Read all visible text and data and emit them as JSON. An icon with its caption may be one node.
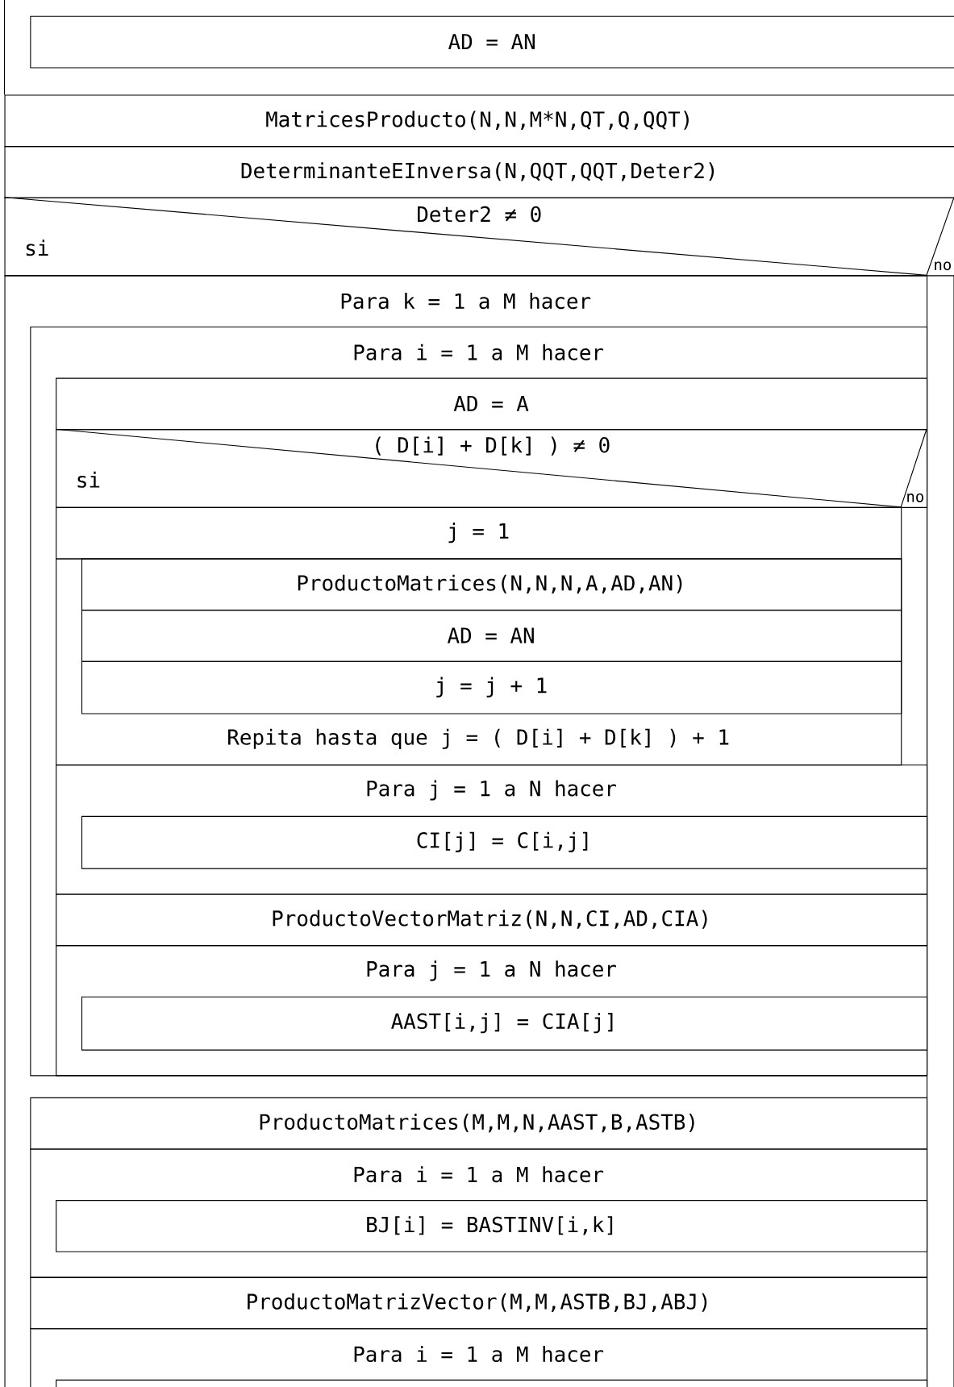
{
  "diagram": {
    "nodes": [
      {
        "text": [
          "AD = AN"
        ]
      },
      {
        "text": [
          "MatricesProducto(N,N,M*N,QT,Q,QQT)"
        ]
      },
      {
        "text": [
          "DeterminanteEInversa(N,QQT,QQT,Deter2)"
        ]
      },
      {
        "text": [
          "Deter2 ≠ 0",
          "si",
          "no"
        ]
      },
      {
        "text": [
          "Para k = 1 a M hacer"
        ]
      },
      {
        "text": [
          "Para i = 1 a M hacer"
        ],
        "in": 4
      },
      {
        "text": [
          "AD = A"
        ],
        "in": 5
      },
      {
        "text": [
          "( D[i] + D[k] ) ≠ 0",
          "si",
          "no"
        ],
        "in": 5
      },
      {
        "text": [
          "j = 1"
        ],
        "in": 5
      },
      {
        "text": [
          "Repita hasta que j = ( D[i] + D[k] ) + 1"
        ],
        "in": 5
      },
      {
        "text": [
          "ProductoMatrices(N,N,N,A,AD,AN)"
        ],
        "in": 9
      },
      {
        "text": [
          "AD = AN"
        ],
        "in": 9
      },
      {
        "text": [
          "j = j + 1"
        ],
        "in": 9
      },
      {
        "text": [
          "Para j = 1 a N hacer"
        ],
        "in": 5
      },
      {
        "text": [
          "CI[j] = C[i,j]"
        ],
        "in": 13
      },
      {
        "text": [
          "ProductoVectorMatriz(N,N,CI,AD,CIA)"
        ],
        "in": 5
      },
      {
        "text": [
          "Para j = 1 a N hacer"
        ],
        "in": 5
      },
      {
        "text": [
          "AAST[i,j] = CIA[j]"
        ],
        "in": 16
      },
      {
        "text": [
          "ProductoMatrices(M,M,N,AAST,B,ASTB)"
        ],
        "in": 4
      },
      {
        "text": [
          "Para i = 1 a M hacer"
        ],
        "in": 4
      },
      {
        "text": [
          "BJ[i] = BASTINV[i,k]"
        ],
        "in": 19
      },
      {
        "text": [
          "ProductoMatrizVector(M,M,ASTB,BJ,ABJ)"
        ],
        "in": 4
      },
      {
        "text": [
          "Para i = 1 a M hacer"
        ],
        "in": 4
      },
      {
        "text": [],
        "shape": "box",
        "in": 22
      }
    ]
  }
}
